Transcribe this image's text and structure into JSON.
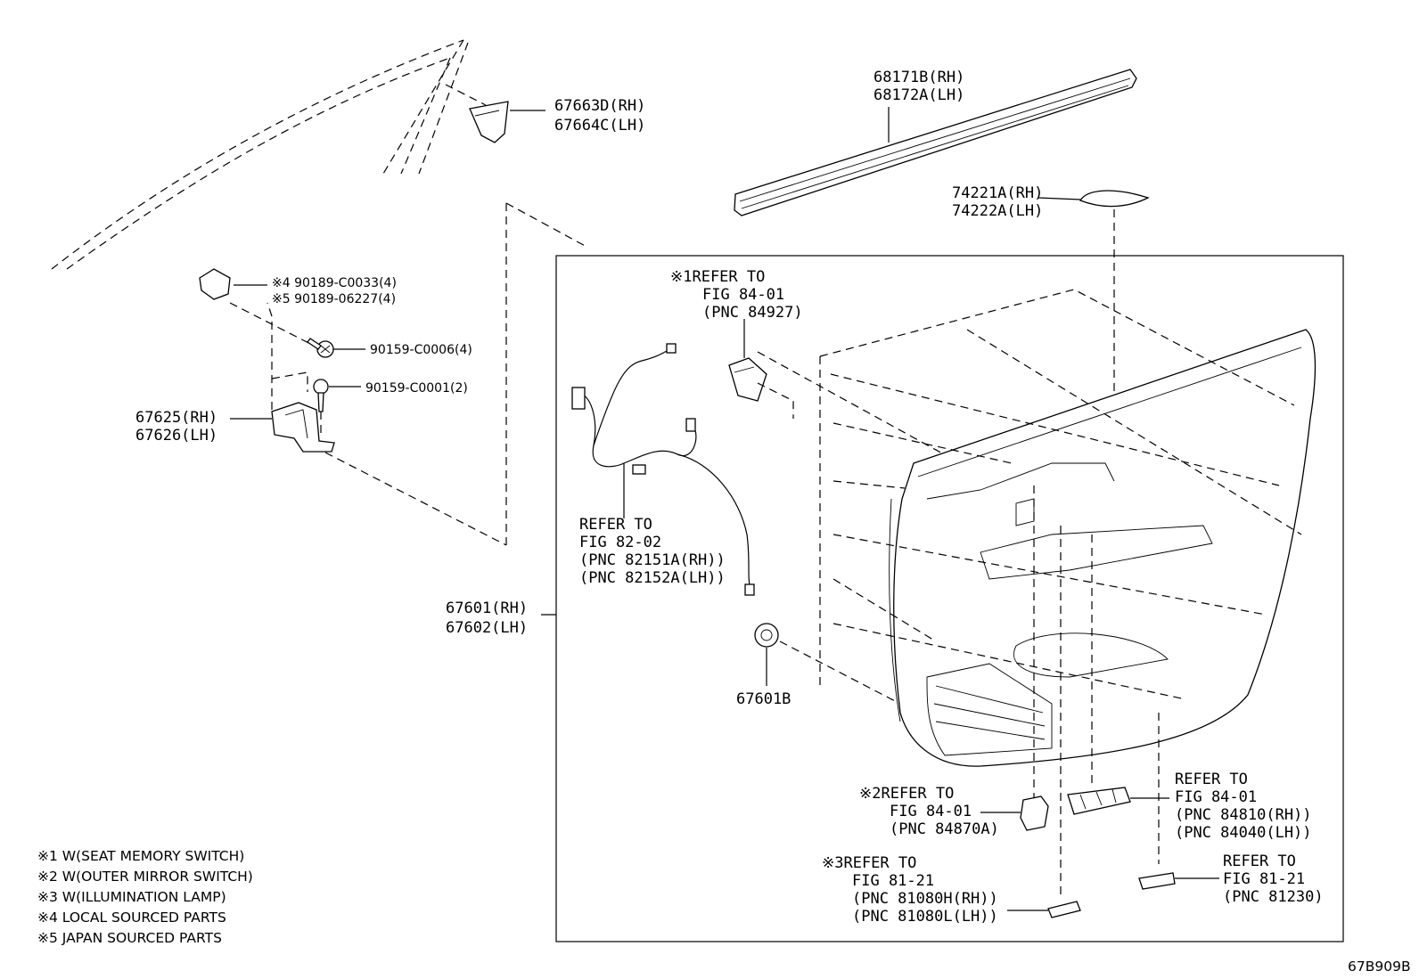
{
  "labels": {
    "p67663": [
      "67663D(RH)",
      "67664C(LH)"
    ],
    "p68171": [
      "68171B(RH)",
      "68172A(LH)"
    ],
    "p74221": [
      "74221A(RH)",
      "74222A(LH)"
    ],
    "clip": [
      "※4 90189-C0033(4)",
      "※5 90189-06227(4)"
    ],
    "screw1": "90159-C0006(4)",
    "screw2": "90159-C0001(2)",
    "p67625": [
      "67625(RH)",
      "67626(LH)"
    ],
    "p67601": [
      "67601(RH)",
      "67602(LH)"
    ],
    "p67601b": "67601B",
    "ref_84927": [
      "※1REFER TO",
      "FIG 84-01",
      "(PNC 84927)"
    ],
    "ref_82": [
      "REFER TO",
      "FIG 82-02",
      "(PNC 82151A(RH))",
      "(PNC 82152A(LH))"
    ],
    "ref_84870": [
      "※2REFER TO",
      "FIG 84-01",
      "(PNC 84870A)"
    ],
    "ref_84810": [
      "REFER TO",
      "FIG 84-01",
      "(PNC 84810(RH))",
      "(PNC 84040(LH))"
    ],
    "ref_81080": [
      "※3REFER TO",
      "FIG 81-21",
      "(PNC 81080H(RH))",
      "(PNC 81080L(LH))"
    ],
    "ref_81230": [
      "REFER TO",
      "FIG 81-21",
      "(PNC 81230)"
    ]
  },
  "notes": [
    "※1 W(SEAT MEMORY SWITCH)",
    "※2 W(OUTER MIRROR SWITCH)",
    "※3 W(ILLUMINATION LAMP)",
    "※4 LOCAL SOURCED PARTS",
    "※5 JAPAN SOURCED PARTS"
  ],
  "figure_code": "67B909B"
}
